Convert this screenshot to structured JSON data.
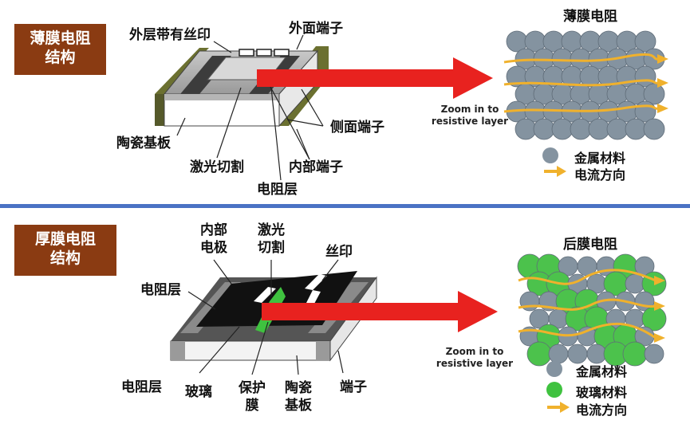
{
  "thin": {
    "tag": [
      "薄膜电阻",
      "结构"
    ],
    "labels": {
      "outer_print": "外层带有丝印",
      "outer_terminal": "外面端子",
      "side_terminal": "侧面端子",
      "ceramic": "陶瓷基板",
      "laser_cut": "激光切割",
      "inner_terminal": "内部端子",
      "resistor_layer": "电阻层"
    },
    "zoom": [
      "Zoom in to",
      "resistive layer"
    ],
    "micro_title": "薄膜电阻",
    "legend": [
      "金属材料",
      "电流方向"
    ]
  },
  "thick": {
    "tag": [
      "厚膜电阻",
      "结构"
    ],
    "labels": {
      "inner_electrode": [
        "内部",
        "电极"
      ],
      "laser_cut": [
        "激光",
        "切割"
      ],
      "silkprint": "丝印",
      "resistor_layer_top": "电阻层",
      "resistor_layer_bottom": "电阻层",
      "glass": "玻璃",
      "protective_film": [
        "保护",
        "膜"
      ],
      "ceramic": [
        "陶瓷",
        "基板"
      ],
      "terminal": "端子"
    },
    "zoom": [
      "Zoom in to",
      "resistive layer"
    ],
    "micro_title": "后膜电阻",
    "legend": [
      "金属材料",
      "玻璃材料",
      "电流方向"
    ]
  },
  "colors": {
    "tag_bg": "#8a3b12",
    "divider": "#4a72c4",
    "arrow": "#e8221f",
    "metal": "#8493a0",
    "glass": "#4cc24c",
    "current": "#f0b12c",
    "terminal_olive": "#6b7030"
  }
}
